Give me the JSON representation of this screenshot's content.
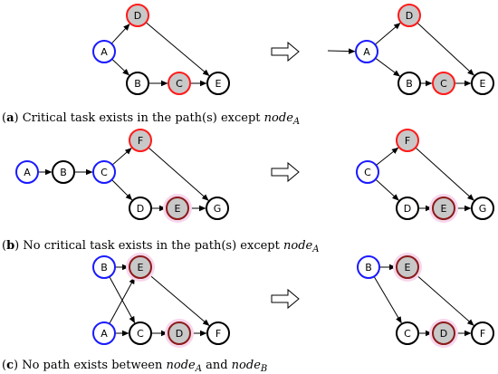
{
  "panels": [
    {
      "id": "a",
      "caption": {
        "prefix": "(",
        "letter": "a",
        "suffix": ")",
        "text": " Critical task exists in the path(s) except ",
        "var1": "node",
        "sub1": "A",
        "mid": "",
        "var2": "",
        "sub2": ""
      },
      "before": {
        "nodes": [
          {
            "id": "A",
            "label": "A",
            "style": "start"
          },
          {
            "id": "D",
            "label": "D",
            "style": "critical"
          },
          {
            "id": "B",
            "label": "B",
            "style": "normal"
          },
          {
            "id": "C",
            "label": "C",
            "style": "critical"
          },
          {
            "id": "E",
            "label": "E",
            "style": "normal"
          }
        ],
        "edges": [
          [
            "A",
            "D"
          ],
          [
            "A",
            "B"
          ],
          [
            "B",
            "C"
          ],
          [
            "C",
            "E"
          ],
          [
            "D",
            "E"
          ]
        ]
      },
      "after": {
        "nodes": [
          {
            "id": "A",
            "label": "A",
            "style": "start"
          },
          {
            "id": "D",
            "label": "D",
            "style": "critical"
          },
          {
            "id": "B",
            "label": "B",
            "style": "normal"
          },
          {
            "id": "C",
            "label": "C",
            "style": "critical"
          },
          {
            "id": "E",
            "label": "E",
            "style": "normal"
          }
        ],
        "edges": [
          [
            "in",
            "A"
          ],
          [
            "A",
            "D"
          ],
          [
            "A",
            "B"
          ],
          [
            "B",
            "C"
          ],
          [
            "C",
            "E"
          ],
          [
            "D",
            "E"
          ]
        ]
      }
    },
    {
      "id": "b",
      "caption": {
        "prefix": "(",
        "letter": "b",
        "suffix": ")",
        "text": " No critical task exists in the path(s) except ",
        "var1": "node",
        "sub1": "A",
        "mid": "",
        "var2": "",
        "sub2": ""
      },
      "before": {
        "nodes": [
          {
            "id": "A",
            "label": "A",
            "style": "start"
          },
          {
            "id": "B",
            "label": "B",
            "style": "normal"
          },
          {
            "id": "C",
            "label": "C",
            "style": "start"
          },
          {
            "id": "F",
            "label": "F",
            "style": "critical"
          },
          {
            "id": "D",
            "label": "D",
            "style": "normal"
          },
          {
            "id": "E",
            "label": "E",
            "style": "dark"
          },
          {
            "id": "G",
            "label": "G",
            "style": "normal"
          }
        ],
        "edges": [
          [
            "A",
            "B"
          ],
          [
            "B",
            "C"
          ],
          [
            "C",
            "F"
          ],
          [
            "C",
            "D"
          ],
          [
            "D",
            "E"
          ],
          [
            "E",
            "G"
          ],
          [
            "F",
            "G"
          ]
        ]
      },
      "after": {
        "nodes": [
          {
            "id": "C",
            "label": "C",
            "style": "start"
          },
          {
            "id": "F",
            "label": "F",
            "style": "critical"
          },
          {
            "id": "D",
            "label": "D",
            "style": "normal"
          },
          {
            "id": "E",
            "label": "E",
            "style": "dark"
          },
          {
            "id": "G",
            "label": "G",
            "style": "normal"
          }
        ],
        "edges": [
          [
            "C",
            "F"
          ],
          [
            "C",
            "D"
          ],
          [
            "D",
            "E"
          ],
          [
            "E",
            "G"
          ],
          [
            "F",
            "G"
          ]
        ]
      }
    },
    {
      "id": "c",
      "caption": {
        "prefix": "(",
        "letter": "c",
        "suffix": ")",
        "text": " No path exists between ",
        "var1": "node",
        "sub1": "A",
        "mid": " and ",
        "var2": "node",
        "sub2": "B"
      },
      "before": {
        "nodes": [
          {
            "id": "B",
            "label": "B",
            "style": "start"
          },
          {
            "id": "E",
            "label": "E",
            "style": "dark"
          },
          {
            "id": "A",
            "label": "A",
            "style": "start"
          },
          {
            "id": "C",
            "label": "C",
            "style": "normal"
          },
          {
            "id": "D",
            "label": "D",
            "style": "dark"
          },
          {
            "id": "F",
            "label": "F",
            "style": "normal"
          }
        ],
        "edges": [
          [
            "B",
            "E"
          ],
          [
            "B",
            "C"
          ],
          [
            "A",
            "E"
          ],
          [
            "A",
            "C"
          ],
          [
            "C",
            "D"
          ],
          [
            "D",
            "F"
          ],
          [
            "E",
            "F"
          ]
        ]
      },
      "after": {
        "nodes": [
          {
            "id": "B",
            "label": "B",
            "style": "start"
          },
          {
            "id": "E",
            "label": "E",
            "style": "dark"
          },
          {
            "id": "C",
            "label": "C",
            "style": "normal"
          },
          {
            "id": "D",
            "label": "D",
            "style": "dark"
          },
          {
            "id": "F",
            "label": "F",
            "style": "normal"
          }
        ],
        "edges": [
          [
            "B",
            "E"
          ],
          [
            "B",
            "C"
          ],
          [
            "C",
            "D"
          ],
          [
            "D",
            "F"
          ],
          [
            "E",
            "F"
          ]
        ]
      }
    }
  ],
  "colors": {
    "start_stroke": "#1a1aff",
    "critical_stroke": "#ff1a1a",
    "dark_stroke": "#8b1a1a",
    "normal_stroke": "#000000",
    "critical_fill": "#c8c8c8",
    "normal_fill": "#ffffff",
    "glow": "#f7d6ec"
  }
}
